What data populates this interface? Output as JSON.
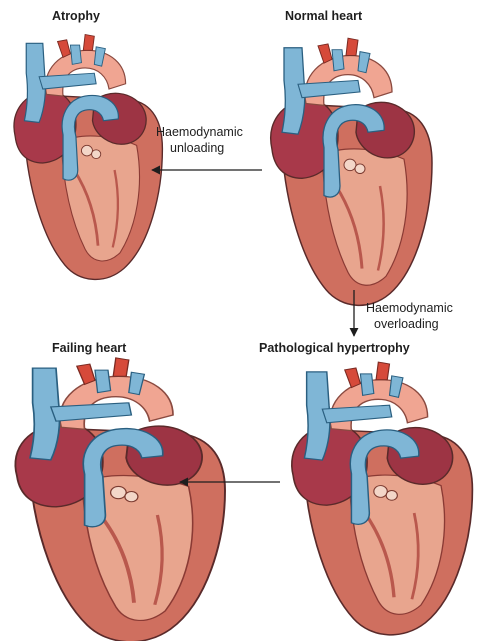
{
  "panels": {
    "atrophy": {
      "title": "Atrophy"
    },
    "normal": {
      "title": "Normal heart"
    },
    "failing": {
      "title": "Failing heart"
    },
    "hypertrophy": {
      "title": "Pathological hypertrophy"
    }
  },
  "arrows": {
    "unloading": {
      "line1": "Haemodynamic",
      "line2": "unloading"
    },
    "overloading": {
      "line1": "Haemodynamic",
      "line2": "overloading"
    },
    "progression": {}
  },
  "colors": {
    "vessel_blue": "#7fb6d6",
    "vessel_stroke": "#2a5f80",
    "aorta_pink": "#f0a592",
    "ventricle_wall": "#cf6f5f",
    "muscle_light": "#e8a58e",
    "atrium_dark": "#a8394a",
    "outline": "#5a2a2a"
  }
}
